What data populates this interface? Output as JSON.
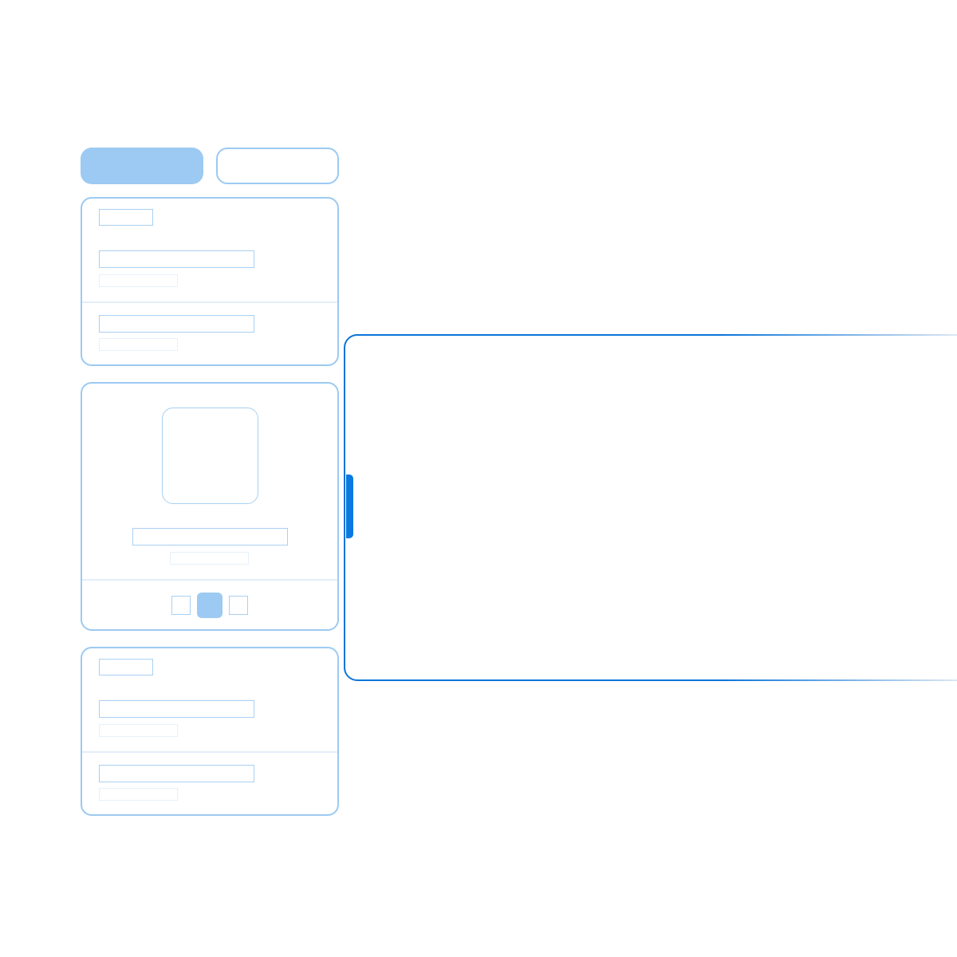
{
  "colors": {
    "accent": "#0a74da",
    "light_accent": "#9ccaf2",
    "placeholder_border": "#a9d0f3",
    "faint_placeholder": "#e6f1fb"
  },
  "tabs": [
    {
      "state": "active"
    },
    {
      "state": "inactive"
    }
  ],
  "carousel": {
    "pages": 3,
    "active_page": 2
  }
}
